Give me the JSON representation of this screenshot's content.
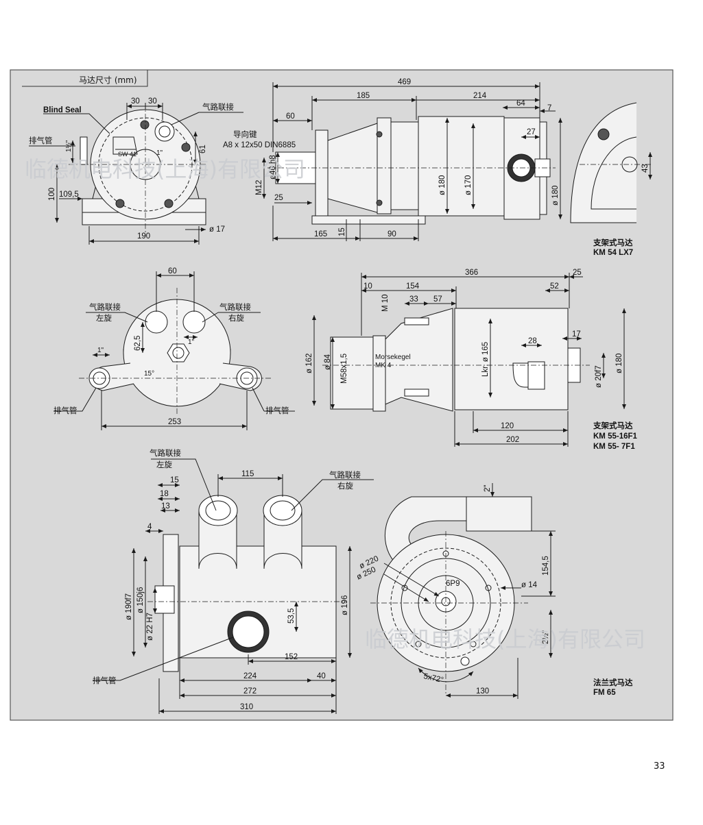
{
  "header": {
    "title": "马达尺寸 (mm)"
  },
  "page_number": "33",
  "watermark": "临德机电科技(上海)有限公司",
  "colors": {
    "panel": "#d9d9d9",
    "line": "#1a1a1a",
    "part": "#f2f2f2",
    "watermark": "#c9ccd0"
  },
  "view1": {
    "caption_name": "支架式马达",
    "caption_model": "KM 54  LX7",
    "labels": {
      "blind_seal": "Blind Seal",
      "air_conn": "气路联接",
      "exhaust": "排气管",
      "key": "导向键",
      "key_spec": "A8 x 12x50 DIN6885",
      "sw": "SW 41",
      "inch1": "1\"",
      "inch15": "1½\""
    },
    "dims": {
      "d30a": "30",
      "d30b": "30",
      "d61": "61",
      "d100": "100",
      "d1095": "109,5",
      "d190": "190",
      "d17": "ø 17",
      "d469": "469",
      "d185": "185",
      "d214": "214",
      "d64": "64",
      "d7": "7",
      "d60": "60",
      "d27": "27",
      "d40h8": "ø40 h8",
      "m12": "M12",
      "d25": "25",
      "d180a": "ø 180",
      "d170": "ø 170",
      "d180b": "ø 180",
      "d165": "165",
      "d15": "15",
      "d90": "90",
      "d43": "43"
    }
  },
  "view2": {
    "caption_name": "支架式马达",
    "caption_model1": "KM 55-16F1",
    "caption_model2": "KM 55- 7F1",
    "labels": {
      "air_conn": "气路联接",
      "left": "左旋",
      "right": "右旋",
      "exhaust": "排气管",
      "inch1a": "1\"",
      "inch1b": "1\"",
      "morse1": "Morsekegel",
      "morse2": "MK 4"
    },
    "dims": {
      "d60": "60",
      "d625": "62,5",
      "d15deg": "15°",
      "d253": "253",
      "d366": "366",
      "d25": "25",
      "d10": "10",
      "d154": "154",
      "d52": "52",
      "m10": "M 10",
      "d33": "33",
      "d57": "57",
      "d17": "17",
      "d28": "28",
      "d162": "ø 162",
      "d84": "ø 84",
      "m58": "M58x1,5",
      "lkr": "Lkr. ø 165",
      "d20f7": "ø 20f7",
      "d180": "ø 180",
      "d120": "120",
      "d202": "202"
    }
  },
  "view3": {
    "caption_name": "法兰式马达",
    "caption_model": "FM 65",
    "labels": {
      "air_conn": "气路联接",
      "left": "左旋",
      "right": "右旋",
      "exhaust": "排气管"
    },
    "dims": {
      "d115": "115",
      "d15": "15",
      "d18": "18",
      "d13": "13",
      "d4": "4",
      "d190f7": "ø 190f7",
      "d150j6": "ø 150j6",
      "d22h7": "ø 22 H7",
      "d535": "53,5",
      "d196": "ø 196",
      "d152": "152",
      "d224": "224",
      "d40": "40",
      "d272": "272",
      "d310": "310",
      "d2": "2\"",
      "d1545": "154,5",
      "d220": "ø 220",
      "d250": "ø 250",
      "p6p9": "6P9",
      "d14": "ø 14",
      "d212": "2½\"",
      "d5x72": "5x72°",
      "d130": "130"
    }
  }
}
